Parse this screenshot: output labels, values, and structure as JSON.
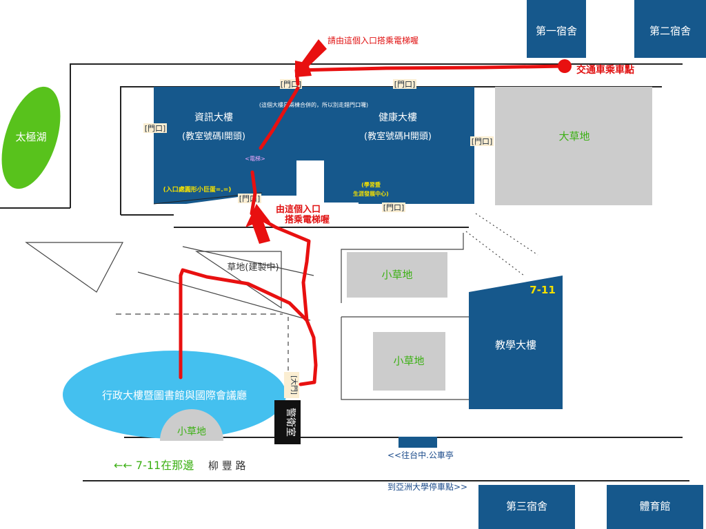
{
  "colors": {
    "building_blue": "#16588c",
    "grass_gray": "#cccccc",
    "grass_green_text": "#3cb014",
    "lake_green": "#58c21c",
    "pool_cyan": "#44c0ef",
    "route_red": "#e81010",
    "guard_black": "#111111"
  },
  "buildings": {
    "dorm1": "第一宿舍",
    "dorm2": "第二宿舍",
    "dorm3": "第三宿舍",
    "gym": "體育館",
    "info": "資訊大樓",
    "info_rooms": "(教室號碼I開頭)",
    "health": "健康大樓",
    "health_rooms": "(教室號碼H開頭)",
    "teaching": "教學大樓",
    "admin": "行政大樓暨圖書館與國際會議廳",
    "guard": "警衛室",
    "note_connected": "(這個大樓是兩棟合併的，所以別走錯門口囉)",
    "elevator": "<電梯>",
    "entrance_note": "(入口處圓形小巨蛋=.=)",
    "career_center_1": "(學習暨",
    "career_center_2": "生涯發展中心)"
  },
  "grass": {
    "big": "大草地",
    "small1": "小草地",
    "small2": "小草地",
    "small3": "小草地",
    "construction": "草地(建製中)"
  },
  "lake": "太極湖",
  "doors": {
    "top_left": "[門口]",
    "top_right": "[門口]",
    "left": "[門口]",
    "right": "[門口]",
    "bottom_mid": "[門口]",
    "bottom_right": "[門口]",
    "main_gate": "[大門]"
  },
  "annotations": {
    "top_entrance": "請由這個入口搭乘電梯喔",
    "shuttle_stop": "交通車乘車點",
    "bottom_entrance_1": "由這個入口",
    "bottom_entrance_2": "搭乘電梯喔",
    "seven_eleven": "7-11",
    "seven_eleven_there": "←← 7-11在那邊",
    "road_name": "柳 豐 路",
    "bus_stop": "<<往台中.公車亭",
    "asia_parking": "到亞洲大學停車點>>"
  }
}
